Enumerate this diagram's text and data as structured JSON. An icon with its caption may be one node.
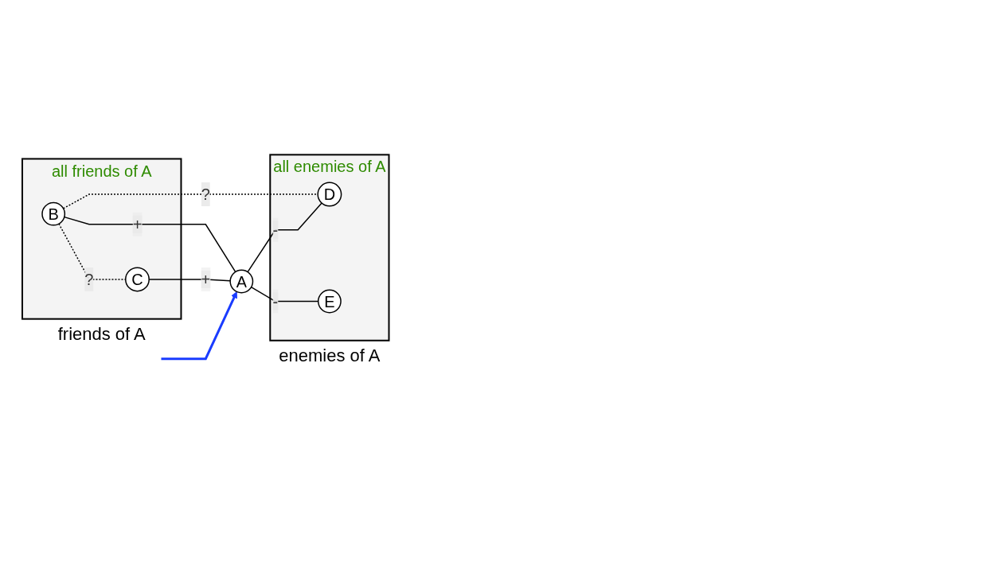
{
  "diagram": {
    "nodes": [
      {
        "text": [
          "all friends of A"
        ],
        "beside": [
          "friends of A"
        ]
      },
      {
        "text": [
          "B"
        ],
        "in": 0
      },
      {
        "text": [
          "C"
        ],
        "in": 0
      },
      {
        "text": [
          "A"
        ]
      },
      {
        "text": [
          "all enemies of A"
        ],
        "beside": [
          "enemies of A"
        ]
      },
      {
        "text": [
          "D"
        ],
        "in": 4
      },
      {
        "text": [
          "E"
        ],
        "in": 4
      }
    ],
    "edges": [
      {
        "from": 1,
        "to": 5,
        "arrow": "none",
        "label": "?",
        "style": "dashed"
      },
      {
        "from": 1,
        "to": 3,
        "arrow": "none",
        "label": "+"
      },
      {
        "from": 1,
        "to": 2,
        "arrow": "none",
        "label": "?",
        "style": "dashed"
      },
      {
        "from": 3,
        "to": 5,
        "arrow": "none",
        "label": "-"
      },
      {
        "from": 2,
        "to": 3,
        "arrow": "none",
        "label": "+"
      },
      {
        "from": 3,
        "to": 6,
        "arrow": "none",
        "label": "-"
      },
      {
        "from": null,
        "to": 3,
        "arrow": "to",
        "color": "#1a3cff"
      }
    ]
  }
}
